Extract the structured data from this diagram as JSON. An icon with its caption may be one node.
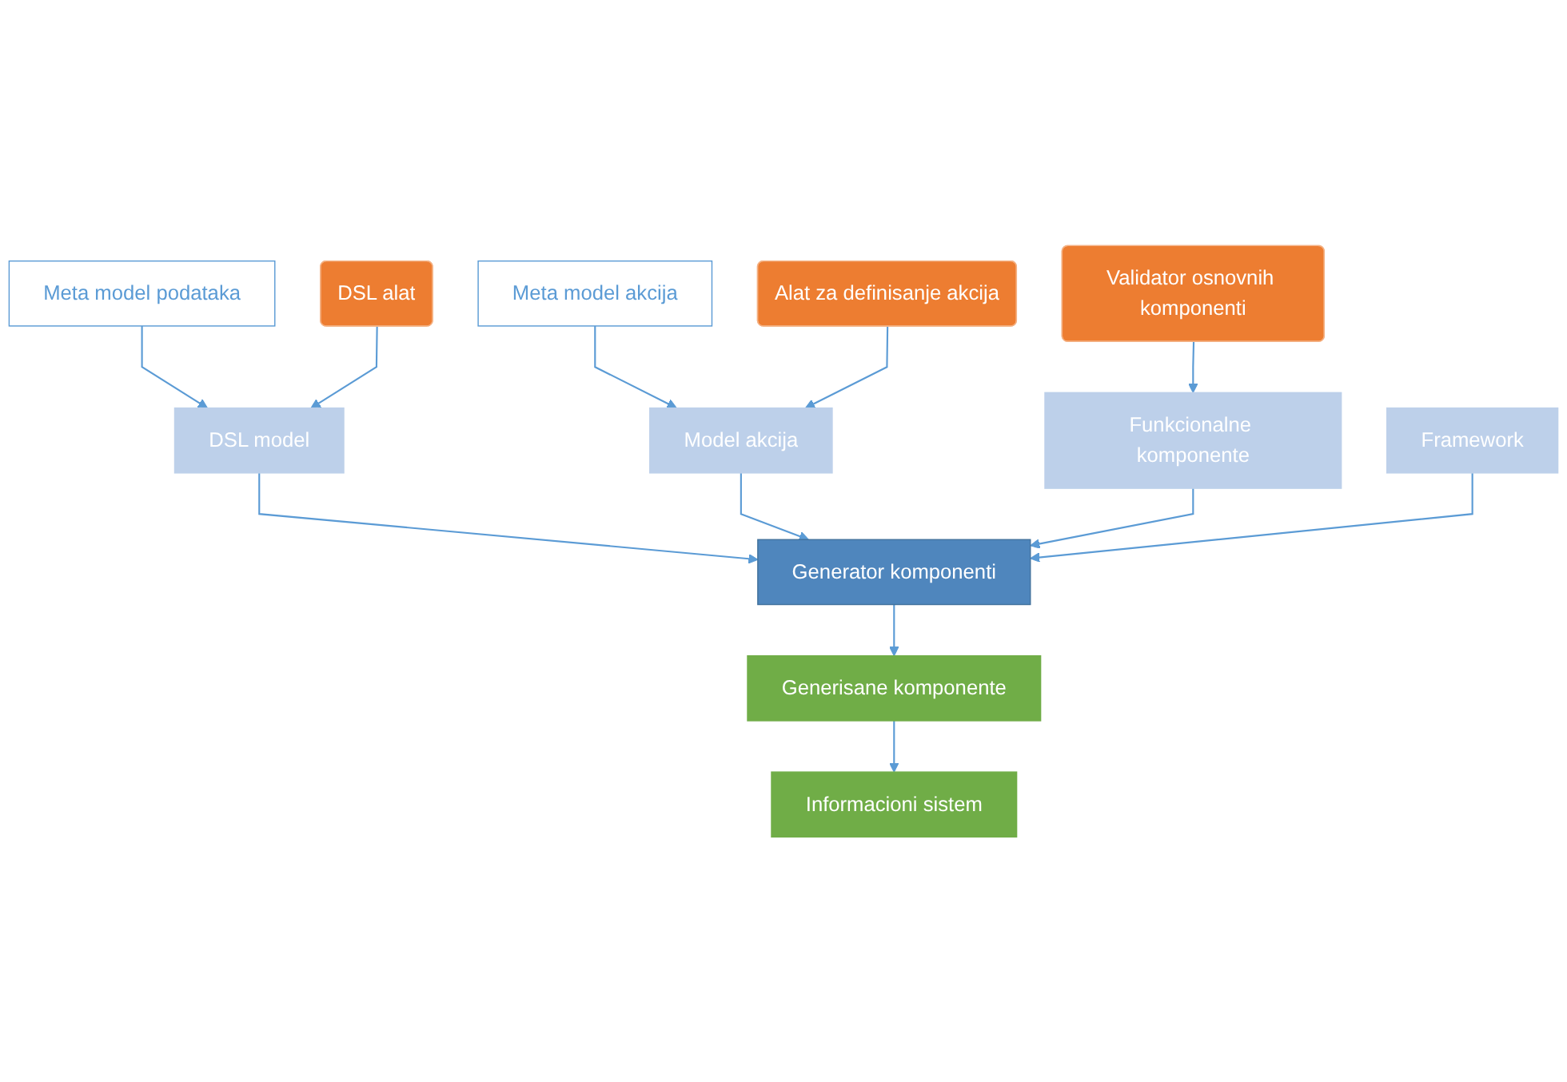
{
  "diagram": {
    "nodes": [
      {
        "text": [
          "Meta model podataka"
        ]
      },
      {
        "text": [
          "Meta model akcija"
        ]
      },
      {
        "text": [
          "DSL alat"
        ]
      },
      {
        "text": [
          "DSL model"
        ]
      },
      {
        "text": [
          "Model akcija"
        ]
      },
      {
        "text": [
          "Alat za definisanje akcija"
        ]
      },
      {
        "text": [
          "Validator osnovnih komponenti"
        ]
      },
      {
        "text": [
          "Funkcionalne komponente"
        ]
      },
      {
        "text": [
          "Generator komponenti"
        ]
      },
      {
        "text": [
          "Framework"
        ]
      },
      {
        "text": [
          "Generisane komponente"
        ]
      },
      {
        "text": [
          "Informacioni sistem"
        ]
      }
    ],
    "edges": [
      {
        "from": 0,
        "to": 3,
        "arrow": "to"
      },
      {
        "from": 1,
        "to": 4,
        "arrow": "to"
      },
      {
        "from": 2,
        "to": 3,
        "arrow": "to"
      },
      {
        "from": 5,
        "to": 4,
        "arrow": "to"
      },
      {
        "from": 3,
        "to": 8,
        "arrow": "to"
      },
      {
        "from": 4,
        "to": 8,
        "arrow": "to"
      },
      {
        "from": 6,
        "to": 7,
        "arrow": "to"
      },
      {
        "from": 7,
        "to": 8,
        "arrow": "to"
      },
      {
        "from": 9,
        "to": 8,
        "arrow": "to"
      },
      {
        "from": 8,
        "to": 10,
        "arrow": "to"
      },
      {
        "from": 10,
        "to": 11,
        "arrow": "to"
      }
    ]
  }
}
